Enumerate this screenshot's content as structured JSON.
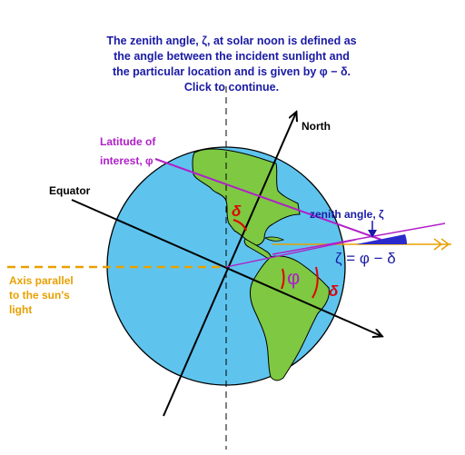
{
  "caption": {
    "line1": "The zenith angle, ζ, at solar noon is defined as",
    "line2": "the angle between the incident sunlight and",
    "line3": "the particular location and is given by φ − δ.",
    "line4": "Click to continue."
  },
  "labels": {
    "north": "North",
    "latitude_line1": "Latitude of",
    "latitude_line2": "interest, φ",
    "equator": "Equator",
    "zenith": "zenith angle, ζ",
    "formula": "ζ = φ − δ",
    "phi": "φ",
    "delta_upper": "δ",
    "delta_lower": "δ",
    "axis_line1": "Axis parallel",
    "axis_line2": "to the sun's",
    "axis_line3": "light"
  },
  "colors": {
    "ocean": "#5ec4ee",
    "land": "#7ec842",
    "caption": "#1a1aa6",
    "latitude": "#b020c8",
    "zenith": "#1a1aa6",
    "sun_axis": "#e8a000",
    "arc": "#e00000",
    "phi": "#b020c8"
  }
}
